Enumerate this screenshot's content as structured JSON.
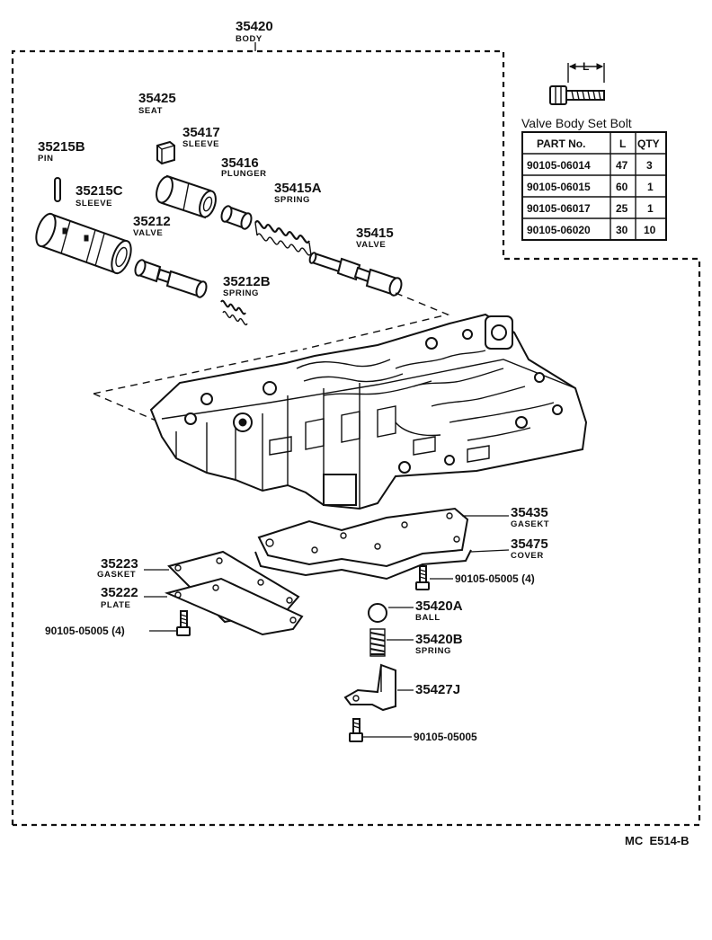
{
  "assembly": {
    "number": "35420",
    "name": "BODY"
  },
  "parts": {
    "p35425": {
      "number": "35425",
      "name": "SEAT"
    },
    "p35417": {
      "number": "35417",
      "name": "SLEEVE"
    },
    "p35215b": {
      "number": "35215B",
      "name": "PIN"
    },
    "p35416": {
      "number": "35416",
      "name": "PLUNGER"
    },
    "p35215c": {
      "number": "35215C",
      "name": "SLEEVE"
    },
    "p35415a": {
      "number": "35415A",
      "name": "SPRING"
    },
    "p35212": {
      "number": "35212",
      "name": "VALVE"
    },
    "p35415": {
      "number": "35415",
      "name": "VALVE"
    },
    "p35212b": {
      "number": "35212B",
      "name": "SPRING"
    },
    "p35435": {
      "number": "35435",
      "name": "GASEKT"
    },
    "p35475": {
      "number": "35475",
      "name": "COVER"
    },
    "p35223": {
      "number": "35223",
      "name": "GASKET"
    },
    "p35222": {
      "number": "35222",
      "name": "PLATE"
    },
    "p35420a": {
      "number": "35420A",
      "name": "BALL"
    },
    "p35420b": {
      "number": "35420B",
      "name": "SPRING"
    },
    "p35427j": {
      "number": "35427J",
      "name": ""
    }
  },
  "bolts": {
    "right_cover": "90105-05005 (4)",
    "left_plate": "90105-05005 (4)",
    "bottom": "90105-05005"
  },
  "bolt_table": {
    "title": "Valve Body Set Bolt",
    "length_marker": "L",
    "headers": [
      "PART No.",
      "L",
      "QTY"
    ],
    "rows": [
      [
        "90105-06014",
        "47",
        "3"
      ],
      [
        "90105-06015",
        "60",
        "1"
      ],
      [
        "90105-06017",
        "25",
        "1"
      ],
      [
        "90105-06020",
        "30",
        "10"
      ]
    ]
  },
  "footer_code": "MC  E514-B"
}
